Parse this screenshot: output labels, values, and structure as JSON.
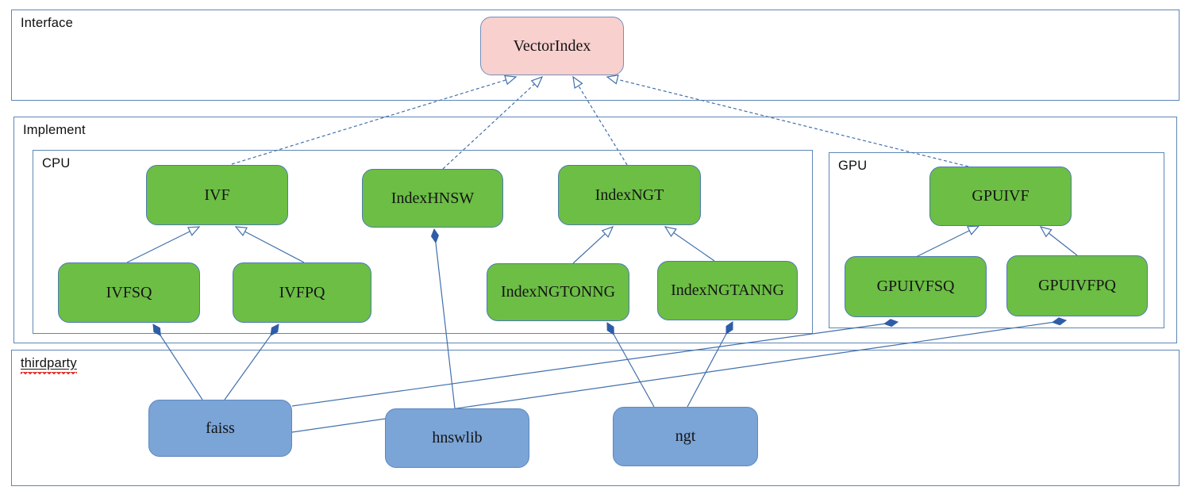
{
  "diagram": {
    "containers": {
      "interface": {
        "label": "Interface"
      },
      "implement": {
        "label": "Implement"
      },
      "cpu": {
        "label": "CPU"
      },
      "gpu": {
        "label": "GPU"
      },
      "thirdparty": {
        "label": "thirdparty"
      }
    },
    "nodes": {
      "vectorindex": {
        "label": "VectorIndex",
        "group": "interface"
      },
      "ivf": {
        "label": "IVF",
        "group": "cpu"
      },
      "indexhnsw": {
        "label": "IndexHNSW",
        "group": "cpu"
      },
      "indexngt": {
        "label": "IndexNGT",
        "group": "cpu"
      },
      "ivfsq": {
        "label": "IVFSQ",
        "group": "cpu"
      },
      "ivfpq": {
        "label": "IVFPQ",
        "group": "cpu"
      },
      "indexngtonng": {
        "label": "IndexNGTONNG",
        "group": "cpu"
      },
      "indexngtanng": {
        "label": "IndexNGTANNG",
        "group": "cpu"
      },
      "gpuivf": {
        "label": "GPUIVF",
        "group": "gpu"
      },
      "gpuivfsq": {
        "label": "GPUIVFSQ",
        "group": "gpu"
      },
      "gpuivfpq": {
        "label": "GPUIVFPQ",
        "group": "gpu"
      },
      "faiss": {
        "label": "faiss",
        "group": "thirdparty"
      },
      "hnswlib": {
        "label": "hnswlib",
        "group": "thirdparty"
      },
      "ngt": {
        "label": "ngt",
        "group": "thirdparty"
      }
    },
    "edges": [
      {
        "from": "IVF",
        "to": "VectorIndex",
        "type": "realization-dashed-open-arrow"
      },
      {
        "from": "IndexHNSW",
        "to": "VectorIndex",
        "type": "realization-dashed-open-arrow"
      },
      {
        "from": "IndexNGT",
        "to": "VectorIndex",
        "type": "realization-dashed-open-arrow"
      },
      {
        "from": "GPUIVF",
        "to": "VectorIndex",
        "type": "realization-dashed-open-arrow"
      },
      {
        "from": "IVFSQ",
        "to": "IVF",
        "type": "generalization-open-arrow"
      },
      {
        "from": "IVFPQ",
        "to": "IVF",
        "type": "generalization-open-arrow"
      },
      {
        "from": "IndexNGTONNG",
        "to": "IndexNGT",
        "type": "generalization-open-arrow"
      },
      {
        "from": "IndexNGTANNG",
        "to": "IndexNGT",
        "type": "generalization-open-arrow"
      },
      {
        "from": "GPUIVFSQ",
        "to": "GPUIVF",
        "type": "generalization-open-arrow"
      },
      {
        "from": "GPUIVFPQ",
        "to": "GPUIVF",
        "type": "generalization-open-arrow"
      },
      {
        "from": "faiss",
        "to": "IVFSQ",
        "type": "composition-filled-diamond"
      },
      {
        "from": "faiss",
        "to": "IVFPQ",
        "type": "composition-filled-diamond"
      },
      {
        "from": "faiss",
        "to": "GPUIVFSQ",
        "type": "composition-filled-diamond"
      },
      {
        "from": "faiss",
        "to": "GPUIVFPQ",
        "type": "composition-filled-diamond"
      },
      {
        "from": "hnswlib",
        "to": "IndexHNSW",
        "type": "composition-filled-diamond"
      },
      {
        "from": "ngt",
        "to": "IndexNGTONNG",
        "type": "composition-filled-diamond"
      },
      {
        "from": "ngt",
        "to": "IndexNGTANNG",
        "type": "composition-filled-diamond"
      }
    ],
    "colors": {
      "node_green": "#6cbe45",
      "node_pink": "#f8d0ce",
      "node_blue": "#7ba4d7",
      "connector_blue": "#4270ab",
      "diamond_blue": "#2e5da8",
      "container_border": "#5e86b5",
      "spellcheck_squiggle_red": "#df241c",
      "background": "#ffffff"
    }
  }
}
